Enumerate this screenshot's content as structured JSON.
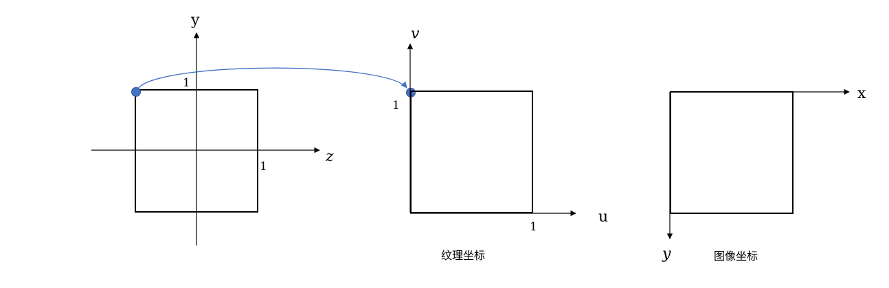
{
  "colors": {
    "line": "#000000",
    "accent": "#4472C4",
    "accent_dark": "#2F5597"
  },
  "world_panel": {
    "axis_y_label": "y",
    "axis_z_label": "z",
    "tick_y_label": "1",
    "tick_z_label": "1"
  },
  "texture_panel": {
    "axis_v_label": "v",
    "axis_u_label": "u",
    "tick_v_label": "1",
    "tick_u_label": "1",
    "caption": "纹理坐标"
  },
  "image_panel": {
    "axis_x_label": "x",
    "axis_y_label": "y",
    "caption": "图像坐标"
  }
}
